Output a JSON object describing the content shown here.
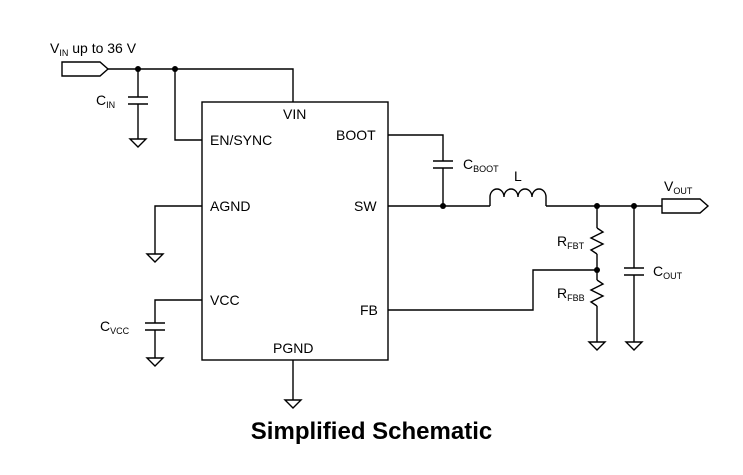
{
  "input": {
    "label_main": "V",
    "label_sub": "IN",
    "label_rest": " up to 36 V"
  },
  "output": {
    "label_main": "V",
    "label_sub": "OUT"
  },
  "ic_pins": {
    "vin": "VIN",
    "en_sync": "EN/SYNC",
    "agnd": "AGND",
    "vcc": "VCC",
    "pgnd": "PGND",
    "boot": "BOOT",
    "sw": "SW",
    "fb": "FB"
  },
  "components": {
    "c_in": {
      "main": "C",
      "sub": "IN"
    },
    "c_vcc": {
      "main": "C",
      "sub": "VCC"
    },
    "c_boot": {
      "main": "C",
      "sub": "BOOT"
    },
    "inductor": {
      "main": "L"
    },
    "r_fbt": {
      "main": "R",
      "sub": "FBT"
    },
    "r_fbb": {
      "main": "R",
      "sub": "FBB"
    },
    "c_out": {
      "main": "C",
      "sub": "OUT"
    }
  },
  "caption": "Simplified Schematic"
}
